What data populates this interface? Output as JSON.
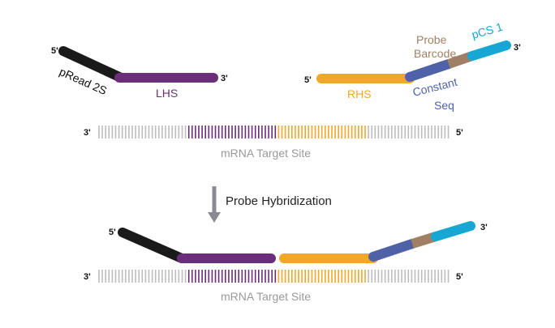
{
  "labels": {
    "five_prime": "5'",
    "three_prime": "3'",
    "pread": "pRead 2S",
    "lhs": "LHS",
    "rhs": "RHS",
    "probe": "Probe",
    "barcode": "Barcode",
    "pcs1": "pCS 1",
    "constant": "Constant",
    "seq": "Seq",
    "mrna_site": "mRNA Target Site",
    "step": "Probe Hybridization"
  },
  "colors": {
    "pread": "#1a1a1a",
    "lhs": "#6b2f7a",
    "rhs": "#f2a62a",
    "constant": "#4f62a8",
    "barcode": "#a08064",
    "pcs1": "#16a7d4",
    "mrna_tick": "#bdbdbd",
    "arrow": "#8a8a95",
    "site_label": "#9a9a9a"
  }
}
